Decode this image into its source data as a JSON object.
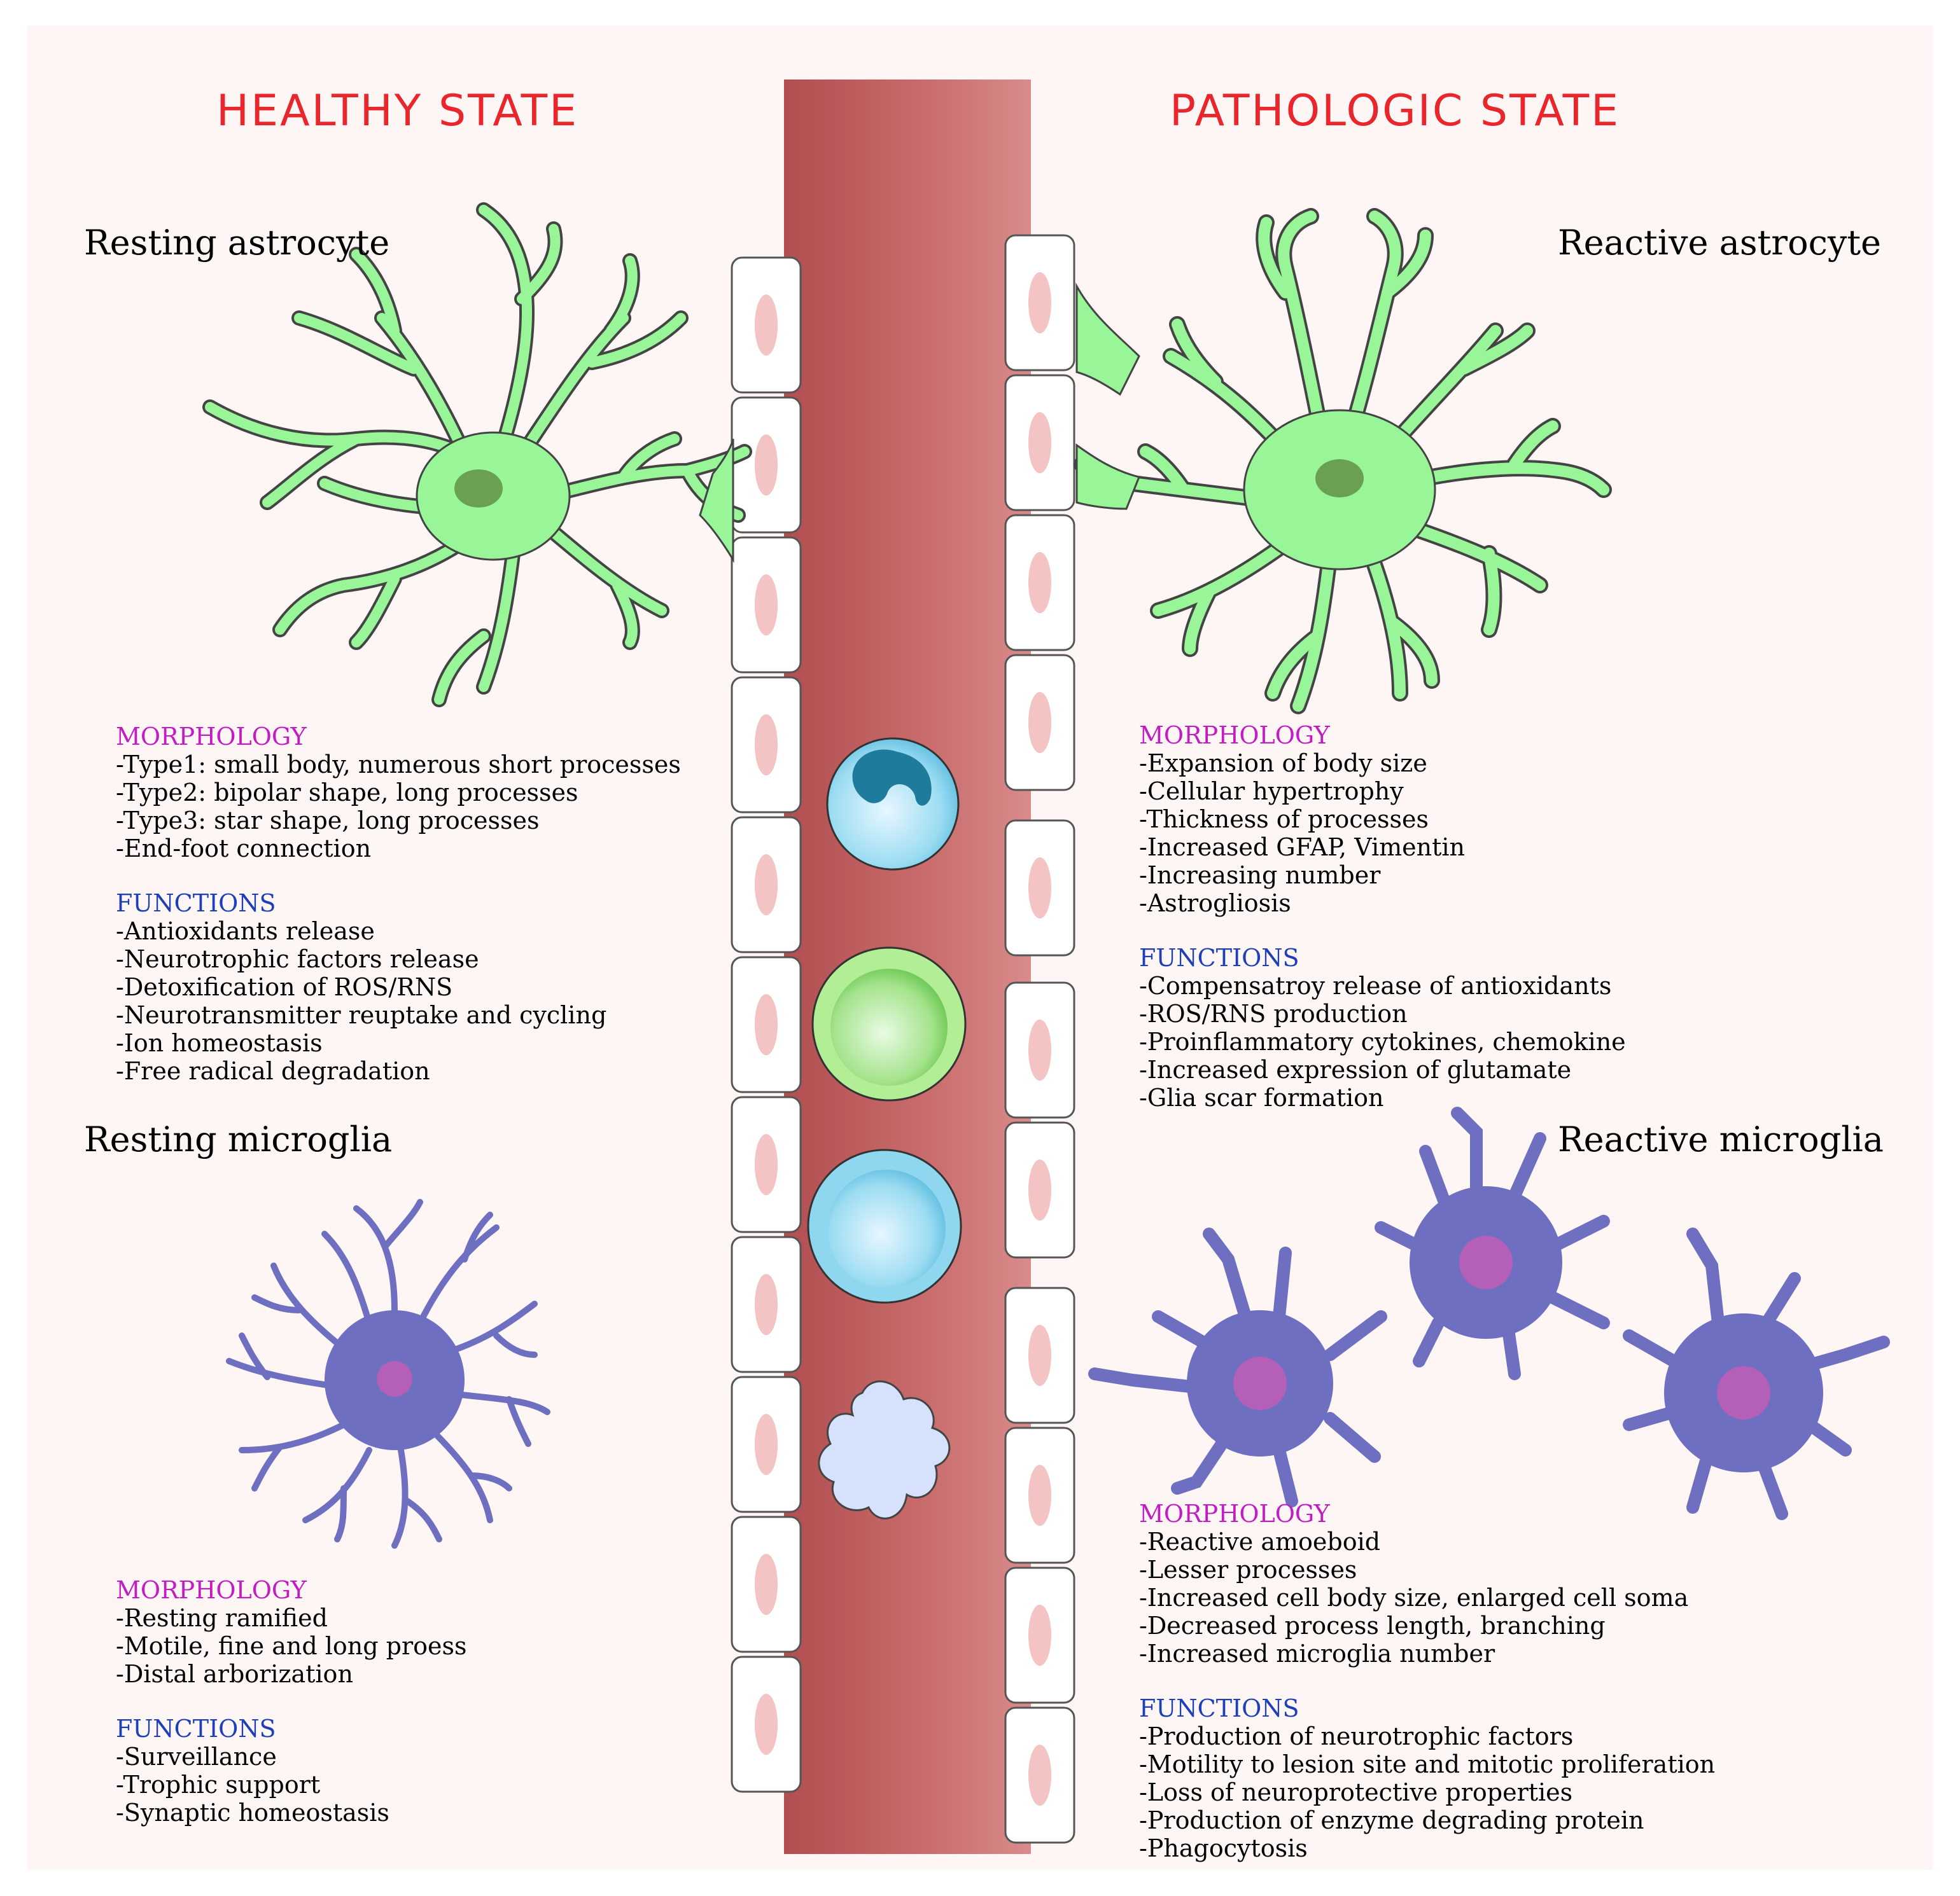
{
  "titles": {
    "healthy": "HEALTHY STATE",
    "pathologic": "PATHOLOGIC STATE"
  },
  "cells": {
    "resting_astrocyte": {
      "name": "Resting astrocyte",
      "morphology_label": "MORPHOLOGY",
      "morphology": [
        "-Type1: small body, numerous short processes",
        "-Type2: bipolar shape, long processes",
        "-Type3: star shape, long processes",
        "-End-foot connection"
      ],
      "functions_label": "FUNCTIONS",
      "functions": [
        "-Antioxidants release",
        "-Neurotrophic factors release",
        "-Detoxification of ROS/RNS",
        "-Neurotransmitter reuptake and cycling",
        "-Ion homeostasis",
        "-Free radical degradation"
      ]
    },
    "resting_microglia": {
      "name": "Resting microglia",
      "morphology_label": "MORPHOLOGY",
      "morphology": [
        "-Resting ramified",
        "-Motile, fine and long proess",
        "-Distal arborization"
      ],
      "functions_label": "FUNCTIONS",
      "functions": [
        "-Surveillance",
        "-Trophic support",
        "-Synaptic homeostasis"
      ]
    },
    "reactive_astrocyte": {
      "name": "Reactive astrocyte",
      "morphology_label": "MORPHOLOGY",
      "morphology": [
        "-Expansion of body size",
        "-Cellular hypertrophy",
        "-Thickness of processes",
        "-Increased GFAP, Vimentin",
        "-Increasing number",
        "-Astrogliosis"
      ],
      "functions_label": "FUNCTIONS",
      "functions": [
        "-Compensatroy release of antioxidants",
        "-ROS/RNS production",
        "-Proinflammatory cytokines, chemokine",
        "-Increased expression of glutamate",
        "-Glia scar formation"
      ]
    },
    "reactive_microglia": {
      "name": "Reactive microglia",
      "morphology_label": "MORPHOLOGY",
      "morphology": [
        "-Reactive amoeboid",
        "-Lesser processes",
        "-Increased cell body size, enlarged cell soma",
        "-Decreased process length, branching",
        "-Increased microglia number"
      ],
      "functions_label": "FUNCTIONS",
      "functions": [
        "-Production of neurotrophic factors",
        "-Motility to lesion site and mitotic proliferation",
        "-Loss of neuroprotective properties",
        "-Production of enzyme degrading protein",
        "-Phagocytosis"
      ]
    }
  },
  "colors": {
    "state_title": "#e8262b",
    "morphology_heading": "#c21dc2",
    "functions_heading": "#1f3fb8",
    "astrocyte": "#98f598",
    "astrocyte_nucleus": "#6aa052",
    "microglia": "#6e6fc0",
    "microglia_nucleus": "#b45fb8",
    "vessel": "#c0585a",
    "endothelial_nucleus": "#f4c4c4"
  }
}
